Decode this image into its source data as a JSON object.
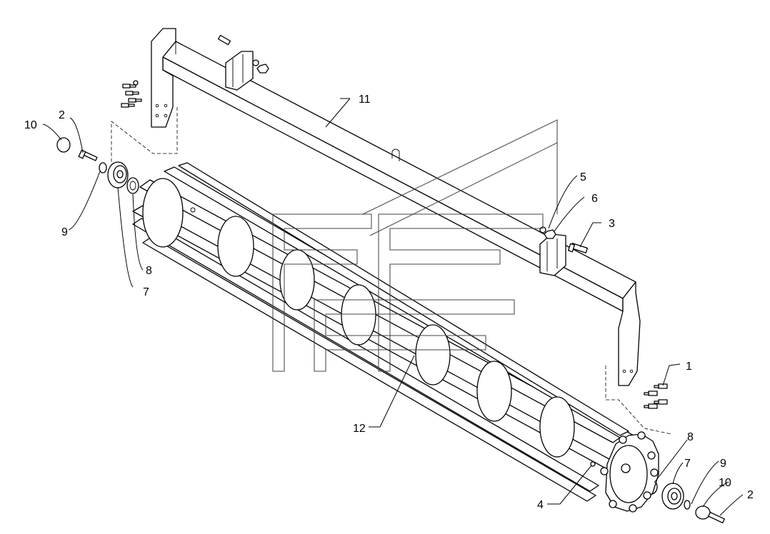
{
  "callouts": {
    "c1": "1",
    "c2_left": "2",
    "c2_right": "2",
    "c3": "3",
    "c4": "4",
    "c5": "5",
    "c6": "6",
    "c7_left": "7",
    "c7_right": "7",
    "c8_left": "8",
    "c8_right": "8",
    "c9_left": "9",
    "c9_right": "9",
    "c10_left": "10",
    "c10_right": "10",
    "c11": "11",
    "c12": "12"
  },
  "colors": {
    "line": "#000000",
    "background": "#ffffff",
    "watermark": "#444444"
  },
  "icons": {
    "watermark": "stylized-f-logo-watermark"
  }
}
